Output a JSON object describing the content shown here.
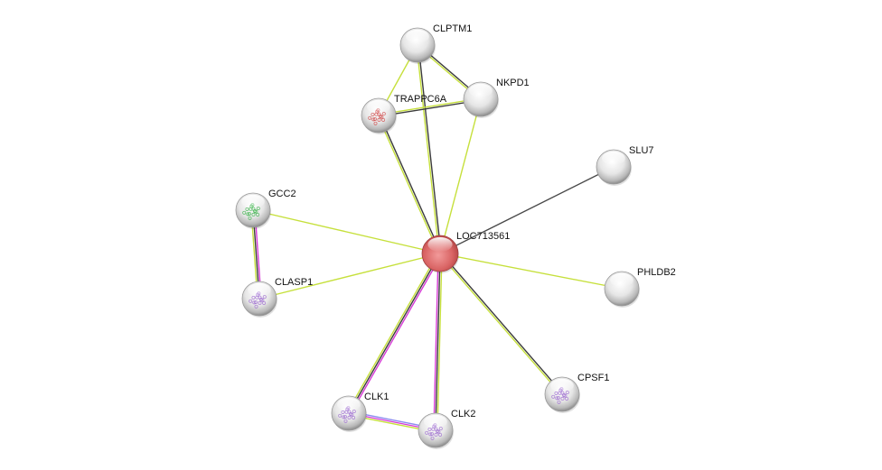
{
  "network": {
    "query_node": "LOC713561",
    "nodes": [
      {
        "id": "LOC713561",
        "label": "LOC713561",
        "color": "#d9595b",
        "structure": "none"
      },
      {
        "id": "CLPTM1",
        "label": "CLPTM1",
        "color": "#e0e0e0",
        "structure": "none"
      },
      {
        "id": "NKPD1",
        "label": "NKPD1",
        "color": "#e0e0e0",
        "structure": "none"
      },
      {
        "id": "TRAPPC6A",
        "label": "TRAPPC6A",
        "color": "#e0e0e0",
        "structure": "#d04848"
      },
      {
        "id": "SLU7",
        "label": "SLU7",
        "color": "#e0e0e0",
        "structure": "none"
      },
      {
        "id": "GCC2",
        "label": "GCC2",
        "color": "#e0e0e0",
        "structure": "#3bb34a"
      },
      {
        "id": "CLASP1",
        "label": "CLASP1",
        "color": "#e0e0e0",
        "structure": "#9c6ad0"
      },
      {
        "id": "PHLDB2",
        "label": "PHLDB2",
        "color": "#e0e0e0",
        "structure": "none"
      },
      {
        "id": "CPSF1",
        "label": "CPSF1",
        "color": "#e0e0e0",
        "structure": "#9c6ad0"
      },
      {
        "id": "CLK1",
        "label": "CLK1",
        "color": "#e0e0e0",
        "structure": "#9c6ad0"
      },
      {
        "id": "CLK2",
        "label": "CLK2",
        "color": "#e0e0e0",
        "structure": "#9c6ad0"
      }
    ],
    "edges": [
      {
        "source": "LOC713561",
        "target": "CLPTM1",
        "channels": [
          "#c6e03c",
          "#3c3c3c"
        ]
      },
      {
        "source": "LOC713561",
        "target": "TRAPPC6A",
        "channels": [
          "#c6e03c",
          "#3c3c3c"
        ]
      },
      {
        "source": "LOC713561",
        "target": "NKPD1",
        "channels": [
          "#c6e03c"
        ]
      },
      {
        "source": "LOC713561",
        "target": "SLU7",
        "channels": [
          "#4a4a4a"
        ]
      },
      {
        "source": "LOC713561",
        "target": "GCC2",
        "channels": [
          "#c6e03c"
        ]
      },
      {
        "source": "LOC713561",
        "target": "CLASP1",
        "channels": [
          "#c6e03c"
        ]
      },
      {
        "source": "LOC713561",
        "target": "PHLDB2",
        "channels": [
          "#c6e03c"
        ]
      },
      {
        "source": "LOC713561",
        "target": "CPSF1",
        "channels": [
          "#3c3c3c",
          "#c6e03c"
        ]
      },
      {
        "source": "LOC713561",
        "target": "CLK1",
        "channels": [
          "#d63ad6",
          "#3c3c3c",
          "#c6e03c"
        ]
      },
      {
        "source": "LOC713561",
        "target": "CLK2",
        "channels": [
          "#c6e03c",
          "#3c3c3c",
          "#d63ad6"
        ]
      },
      {
        "source": "CLK1",
        "target": "CLK2",
        "channels": [
          "#8c8cf0",
          "#d63ad6",
          "#c6e03c"
        ]
      },
      {
        "source": "GCC2",
        "target": "CLASP1",
        "channels": [
          "#d63ad6",
          "#3c3c3c",
          "#c6e03c"
        ]
      },
      {
        "source": "CLPTM1",
        "target": "NKPD1",
        "channels": [
          "#3c3c3c",
          "#c6e03c"
        ]
      },
      {
        "source": "CLPTM1",
        "target": "TRAPPC6A",
        "channels": [
          "#c6e03c"
        ]
      },
      {
        "source": "TRAPPC6A",
        "target": "NKPD1",
        "channels": [
          "#c6e03c",
          "#3c3c3c"
        ]
      }
    ]
  }
}
